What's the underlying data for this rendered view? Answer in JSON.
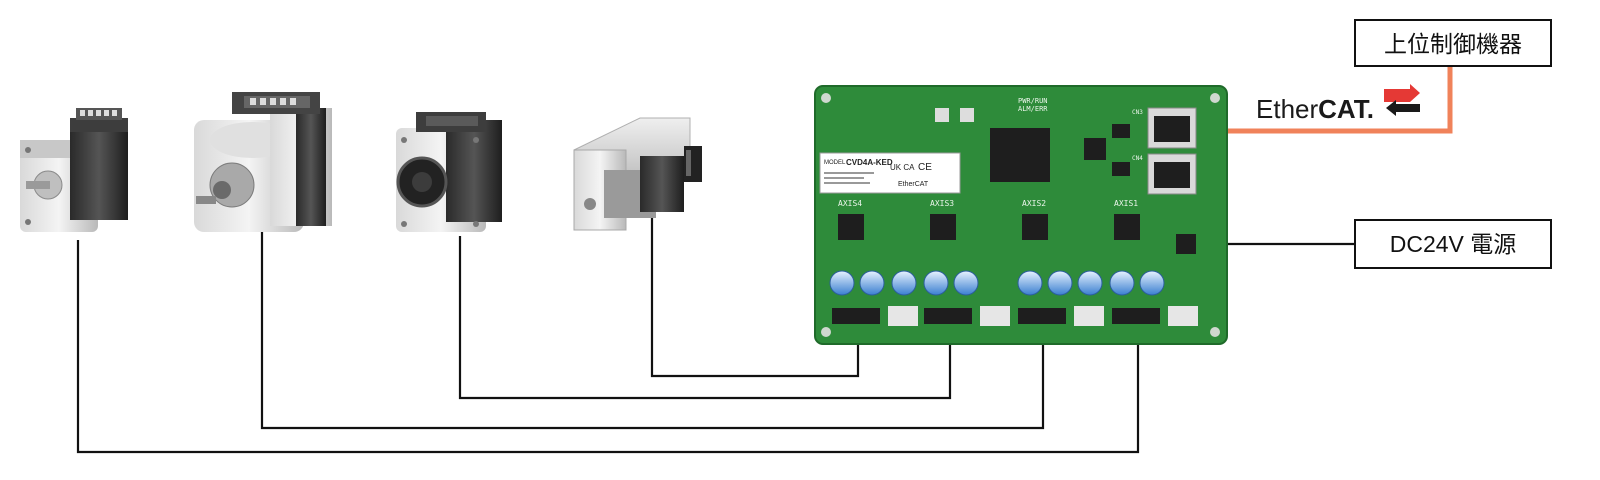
{
  "labels": {
    "host": "上位制御機器",
    "power": "DC24V 電源",
    "ethercat_prefix": "Ether",
    "ethercat_suffix": "CAT."
  },
  "board": {
    "model": "CVD4A-KED",
    "model_prefix": "MODEL",
    "axes": [
      "AXIS4",
      "AXIS3",
      "AXIS2",
      "AXIS1"
    ],
    "status_leds": [
      "PWR/RUN",
      "ALM/ERR"
    ],
    "ports": [
      "CN3",
      "CN4"
    ],
    "ethercat_badge": "EtherCAT",
    "cert_marks": [
      "UK CA",
      "CE"
    ]
  },
  "motors": [
    {
      "id": "motor-1",
      "type": "stepping-motor-small"
    },
    {
      "id": "motor-2",
      "type": "stepping-motor-geared"
    },
    {
      "id": "motor-3",
      "type": "stepping-motor-encoder"
    },
    {
      "id": "motor-4",
      "type": "linear-actuator"
    }
  ],
  "colors": {
    "pcb": "#2e8b3a",
    "ethernet_cable": "#f0825a",
    "wire": "#111111",
    "ethercat_red": "#e53935"
  }
}
